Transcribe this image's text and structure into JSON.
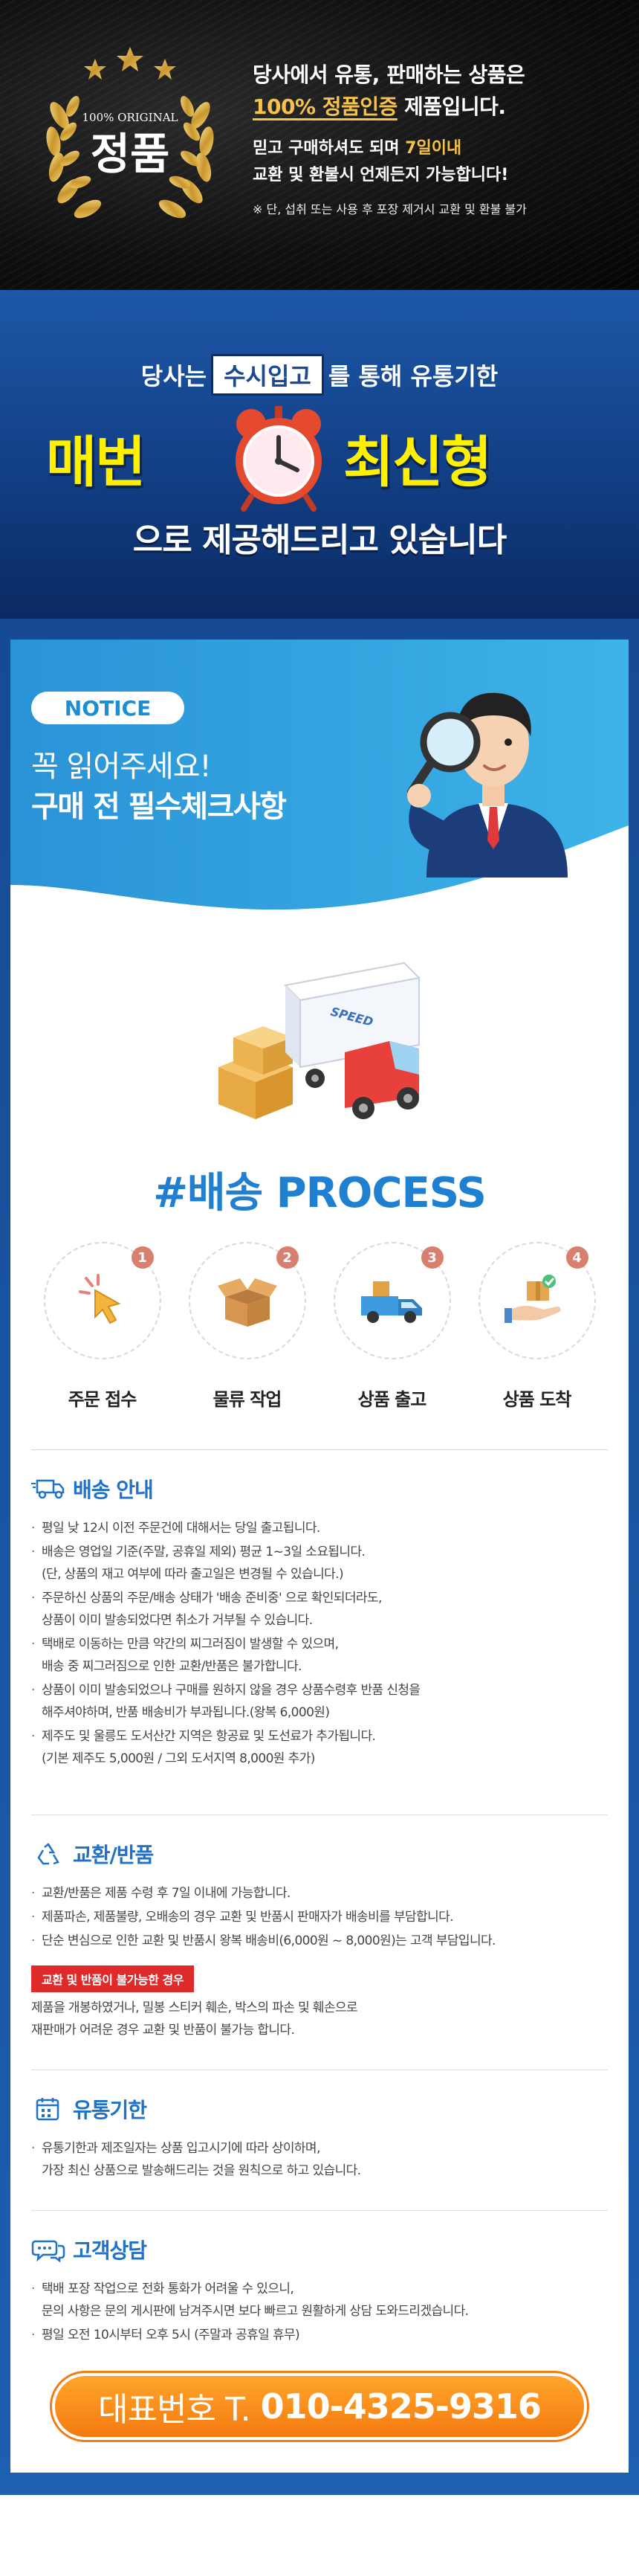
{
  "hero": {
    "badge_top": "100% ORIGINAL",
    "badge_main": "정품",
    "line1": "당사에서 유통, 판매하는 상품은",
    "line2_highlight": "100% 정품인증",
    "line2_rest": " 제품입니다.",
    "line3_start": "믿고 구매하셔도 되며 ",
    "line3_highlight": "7일이내",
    "line4": "교환 및 환불시 언제든지 가능합니다!",
    "note": "※ 단, 섭취 또는 사용 후 포장 제거시 교환 및 환불 불가"
  },
  "banner": {
    "row1_before": "당사는",
    "row1_boxed": "수시입고",
    "row1_after": "를 통해 유통기한",
    "word_left": "매번",
    "word_right": "최신형",
    "row3": "으로 제공해드리고 있습니다"
  },
  "notice": {
    "pill": "NOTICE",
    "title1": "꼭 읽어주세요!",
    "title2": "구매 전 필수체크사항"
  },
  "process": {
    "truck_text": "SPEED",
    "title": "#배송 PROCESS",
    "steps": [
      {
        "num": "1",
        "label": "주문 접수",
        "icon": "pointer-click-icon"
      },
      {
        "num": "2",
        "label": "물류 작업",
        "icon": "open-box-icon"
      },
      {
        "num": "3",
        "label": "상품 출고",
        "icon": "delivery-truck-icon"
      },
      {
        "num": "4",
        "label": "상품 도착",
        "icon": "hand-package-icon"
      }
    ]
  },
  "shipping": {
    "title": "배송 안내",
    "items": [
      "평일 낮 12시 이전 주문건에 대해서는 당일 출고됩니다.",
      "배송은 영업일 기준(주말, 공휴일 제외) 평균 1~3일 소요됩니다.\n(단, 상품의 재고 여부에 따라 출고일은 변경될 수 있습니다.)",
      "주문하신 상품의 주문/배송 상태가 '배송 준비중' 으로 확인되더라도,\n상품이 이미 발송되었다면 취소가 거부될 수 있습니다.",
      "택배로 이동하는 만큼 약간의 찌그러짐이 발생할 수 있으며,\n배송 중 찌그러짐으로 인한 교환/반품은 불가합니다.",
      "상품이 이미 발송되었으나 구매를 원하지 않을 경우 상품수령후 반품 신청을\n해주셔야하며, 반품 배송비가 부과됩니다.(왕복 6,000원)",
      "제주도 및 울릉도 도서산간 지역은 항공료 및 도선료가 추가됩니다.\n(기본 제주도 5,000원 / 그외 도서지역 8,000원 추가)"
    ]
  },
  "exchange": {
    "title": "교환/반품",
    "items": [
      "교환/반품은 제품 수령 후 7일 이내에 가능합니다.",
      "제품파손, 제품불량, 오배송의 경우 교환 및 반품시 판매자가 배송비를 부담합니다.",
      "단순 변심으로 인한 교환 및 반품시 왕복 배송비(6,000원 ~ 8,000원)는 고객 부담입니다."
    ],
    "warning_tag": "교환 및 반품이 불가능한 경우",
    "warning_text": "제품을 개봉하였거나, 밀봉 스티커 훼손, 박스의 파손 및 훼손으로\n재판매가 어려운 경우 교환 및 반품이 불가능 합니다."
  },
  "expiry": {
    "title": "유통기한",
    "items": [
      "유통기한과 제조일자는 상품 입고시기에 따라 상이하며,\n가장 최신 상품으로 발송해드리는 것을 원칙으로 하고 있습니다."
    ]
  },
  "support": {
    "title": "고객상담",
    "items": [
      "택배 포장 작업으로 전화 통화가 어려울 수 있으니,\n문의 사항은 문의 게시판에 남겨주시면 보다 빠르고 원활하게 상담 도와드리겠습니다.",
      "평일 오전 10시부터 오후 5시 (주말과 공휴일 휴무)"
    ],
    "phone_label": "대표번호 T.",
    "phone_number": "010-4325-9316"
  },
  "colors": {
    "accent_blue": "#1f72c8",
    "gold": "#f5c24b",
    "banner_yellow": "#fff000",
    "phone_orange": "#f47a10",
    "warning_red": "#e02a2a"
  }
}
